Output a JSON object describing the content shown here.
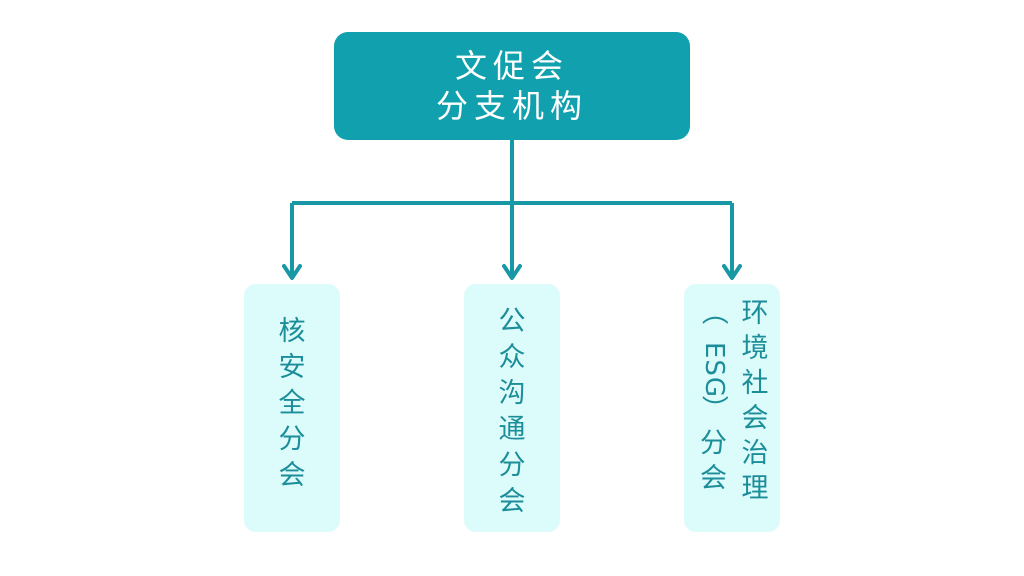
{
  "colors": {
    "root_fill": "#11a0ad",
    "connector": "#1798a4",
    "child_fill": "#dcfbfb",
    "child_text": "#1b8e9a"
  },
  "root": {
    "line1": "文促会",
    "line2": "分支机构"
  },
  "children": [
    {
      "chars": [
        "核",
        "安",
        "全",
        "分",
        "会"
      ]
    },
    {
      "chars": [
        "公",
        "众",
        "沟",
        "通",
        "分",
        "会"
      ]
    },
    {
      "col_a": [
        "环",
        "境",
        "社",
        "会",
        "治",
        "理"
      ],
      "col_b": {
        "open": "（",
        "latin": "ESG",
        "close": "）",
        "chars": [
          "分",
          "会"
        ]
      }
    }
  ]
}
